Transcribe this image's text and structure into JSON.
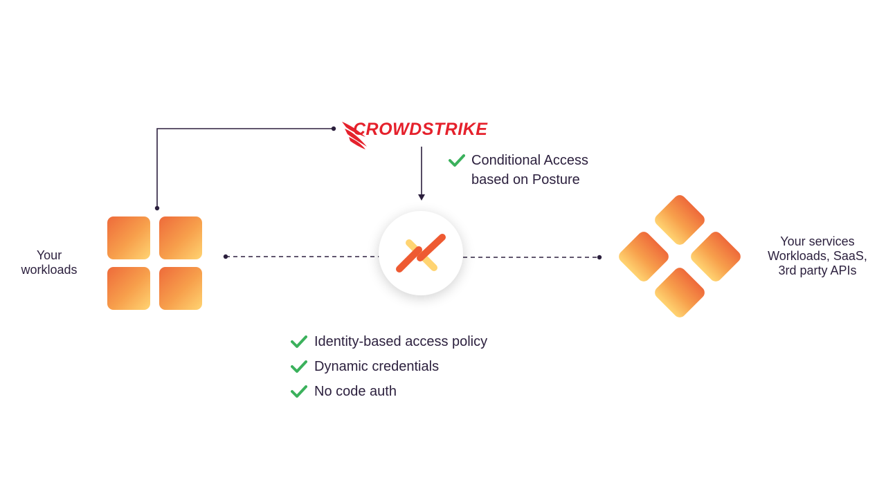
{
  "logo": {
    "text": "CROWDSTRIKE",
    "color": "#e5212c"
  },
  "left_label": {
    "line1": "Your",
    "line2": "workloads"
  },
  "right_label": {
    "line1": "Your services",
    "line2": "Workloads, SaaS,",
    "line3": "3rd party APIs"
  },
  "posture_check": {
    "line1": "Conditional Access",
    "line2": "based on Posture"
  },
  "features": [
    "Identity-based access policy",
    "Dynamic credentials",
    "No code auth"
  ],
  "colors": {
    "check": "#3bb15c",
    "line": "#2b1f3d",
    "tile_start": "#ee6a3a",
    "tile_end": "#ffd472"
  }
}
